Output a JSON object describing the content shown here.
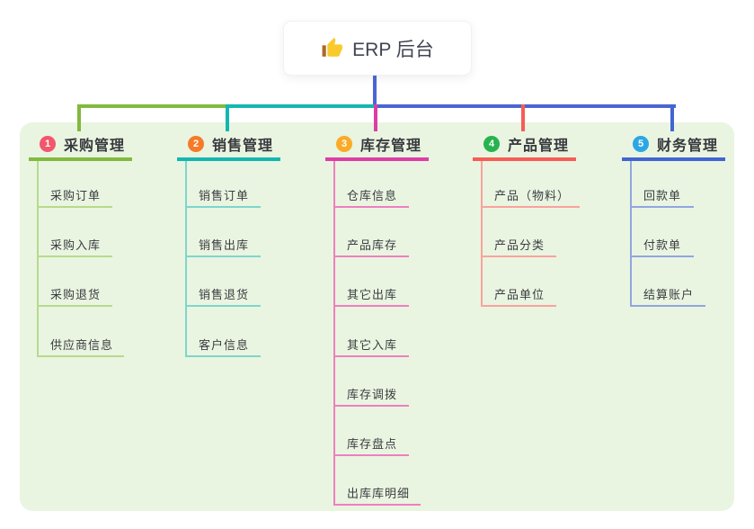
{
  "root": {
    "label": "ERP 后台",
    "icon": "thumbs-up"
  },
  "panel": {
    "bg_color": "#e9f5e1"
  },
  "connector": {
    "root_color": "#4b66d2"
  },
  "branches": [
    {
      "badge": "1",
      "badge_color": "#f3566c",
      "label": "采购管理",
      "line_color": "#82b93e",
      "child_line_color": "#b7da8c",
      "children": [
        "采购订单",
        "采购入库",
        "采购退货",
        "供应商信息"
      ]
    },
    {
      "badge": "2",
      "badge_color": "#f57b29",
      "label": "销售管理",
      "line_color": "#14b7b0",
      "child_line_color": "#7fd5cd",
      "children": [
        "销售订单",
        "销售出库",
        "销售退货",
        "客户信息"
      ]
    },
    {
      "badge": "3",
      "badge_color": "#dd3da4",
      "label": "库存管理",
      "line_color": "#dd3da4",
      "child_line_color": "#ef7fc0",
      "badge_color_override": "#f9ab28",
      "children": [
        "仓库信息",
        "产品库存",
        "其它出库",
        "其它入库",
        "库存调拨",
        "库存盘点",
        "出库库明细"
      ]
    },
    {
      "badge": "4",
      "badge_color": "#27b34f",
      "label": "产品管理",
      "line_color": "#f75d56",
      "child_line_color": "#faa29d",
      "children": [
        "产品（物料）",
        "产品分类",
        "产品单位"
      ]
    },
    {
      "badge": "5",
      "badge_color": "#2ba7e4",
      "label": "财务管理",
      "line_color": "#4365d1",
      "child_line_color": "#92a5e0",
      "children": [
        "回款单",
        "付款单",
        "结算账户"
      ]
    }
  ]
}
